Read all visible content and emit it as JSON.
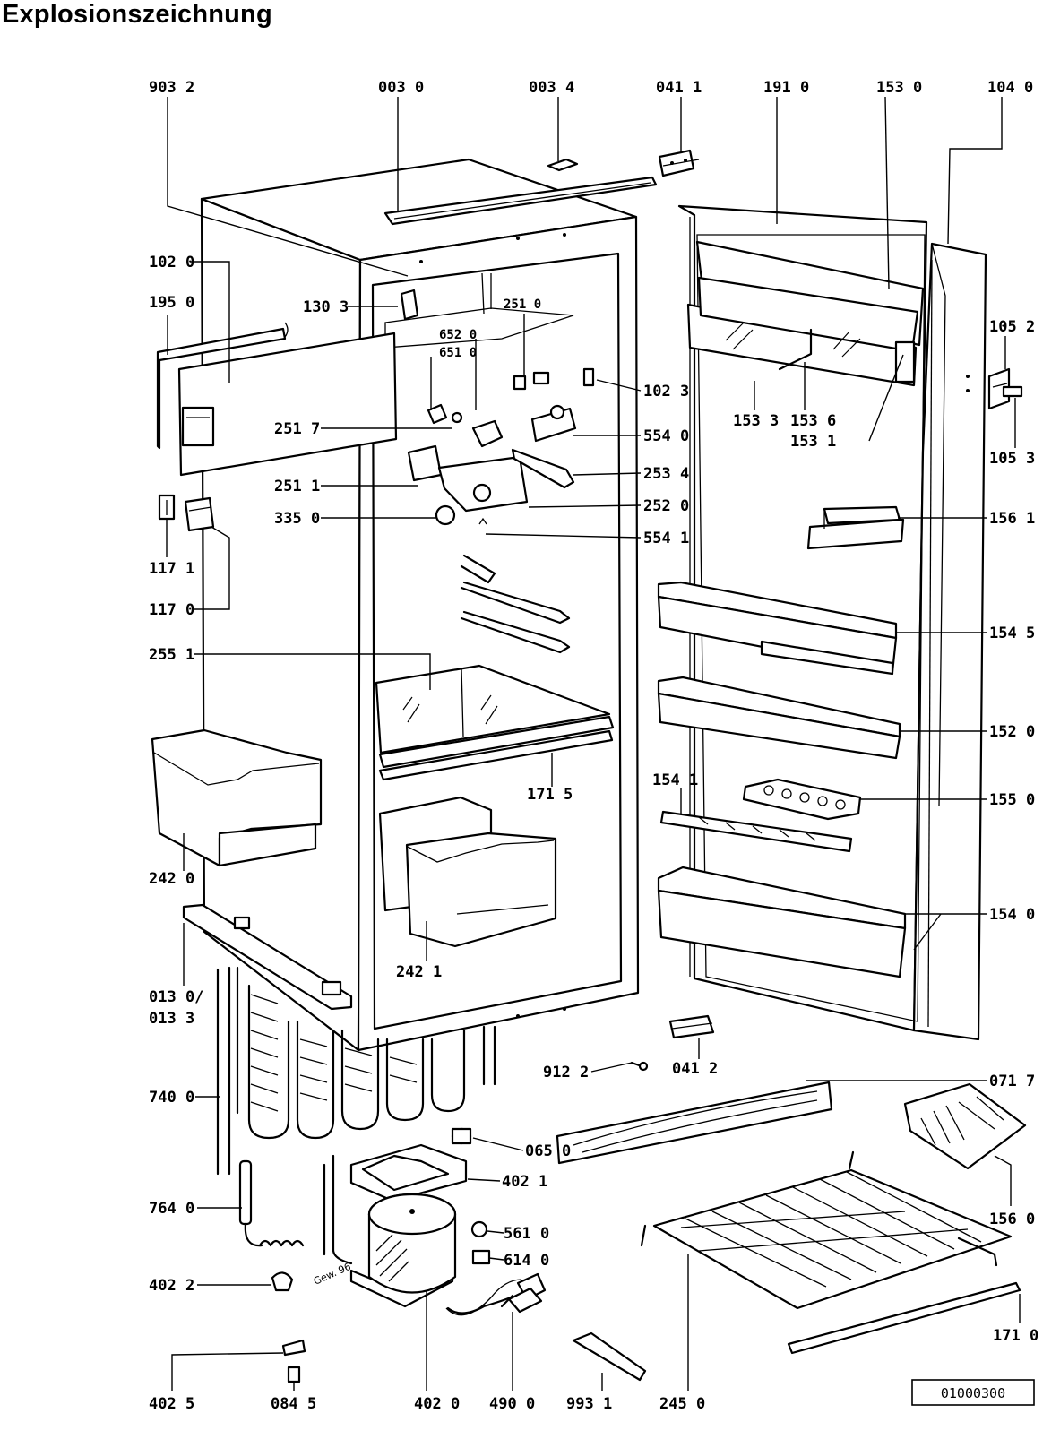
{
  "title": "Explosionszeichnung",
  "reference_code": "01000300",
  "parts": {
    "p903_2": "903 2",
    "p003_0": "003 0",
    "p003_4": "003 4",
    "p041_1": "041 1",
    "p191_0": "191 0",
    "p153_0": "153 0",
    "p104_0": "104 0",
    "p102_0": "102 0",
    "p195_0": "195 0",
    "p130_3": "130 3",
    "p251_0": "251 0",
    "p652_0": "652 0",
    "p651_0": "651 0",
    "p102_3": "102 3",
    "p105_2": "105 2",
    "p251_7": "251 7",
    "p554_0": "554 0",
    "p153_3": "153 3",
    "p153_6": "153 6",
    "p153_1": "153 1",
    "p105_3": "105 3",
    "p251_1": "251 1",
    "p253_4": "253 4",
    "p252_0": "252 0",
    "p335_0": "335 0",
    "p554_1": "554 1",
    "p156_1": "156 1",
    "p117_1": "117 1",
    "p117_0": "117 0",
    "p154_5": "154 5",
    "p255_1": "255 1",
    "p152_0": "152 0",
    "p171_5": "171 5",
    "p154_1": "154 1",
    "p155_0": "155 0",
    "p242_0": "242 0",
    "p154_0": "154 0",
    "p242_1": "242 1",
    "p013_0": "013 0/",
    "p013_3": "013 3",
    "p912_2": "912 2",
    "p041_2": "041 2",
    "p071_7": "071 7",
    "p740_0": "740 0",
    "p065_0": "065 0",
    "p402_1": "402 1",
    "p156_0": "156 0",
    "p764_0": "764 0",
    "p561_0": "561 0",
    "p614_0": "614 0",
    "p402_2": "402 2",
    "p171_0": "171 0",
    "p402_5": "402 5",
    "p084_5": "084 5",
    "p402_0": "402 0",
    "p490_0": "490 0",
    "p993_1": "993 1",
    "p245_0": "245 0"
  },
  "stamp": "Gew. 96"
}
